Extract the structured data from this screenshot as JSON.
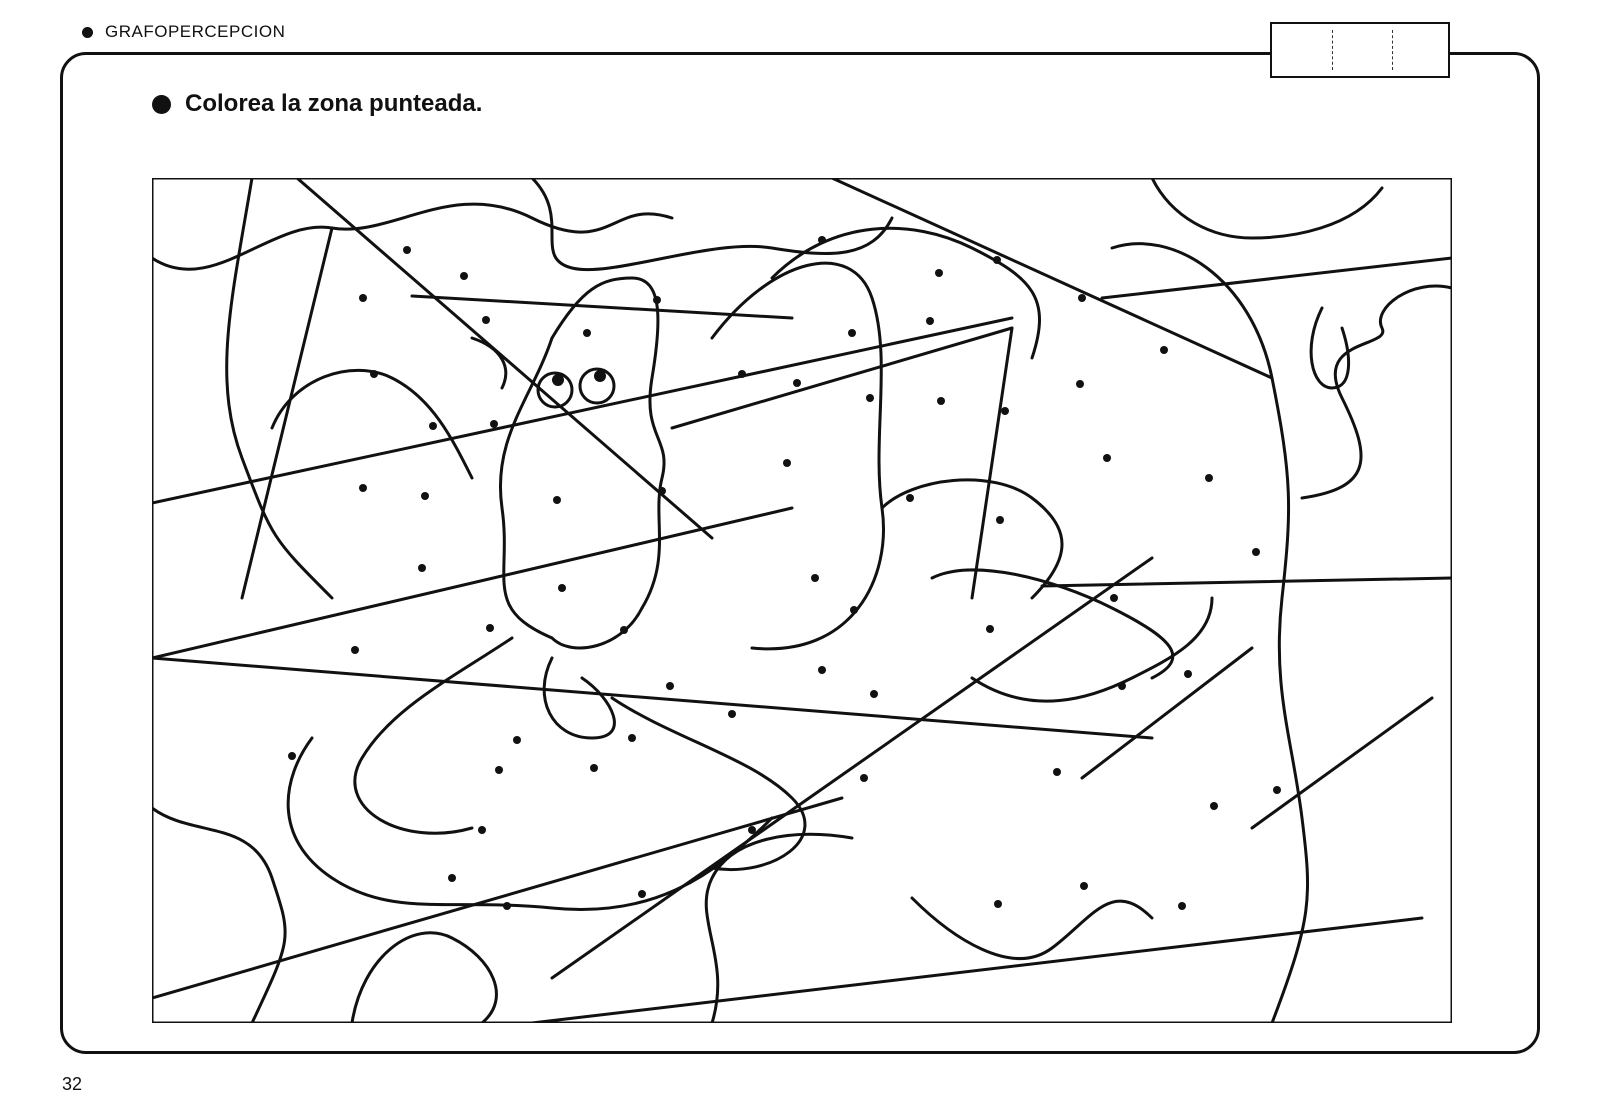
{
  "header": {
    "section_title": "GRAFOPERCEPCION"
  },
  "exercise": {
    "instruction": "Colorea la zona punteada."
  },
  "score_box": {
    "cells": 3
  },
  "colors": {
    "ink": "#111111",
    "paper": "#ffffff"
  },
  "footer": {
    "page_number": "32"
  }
}
